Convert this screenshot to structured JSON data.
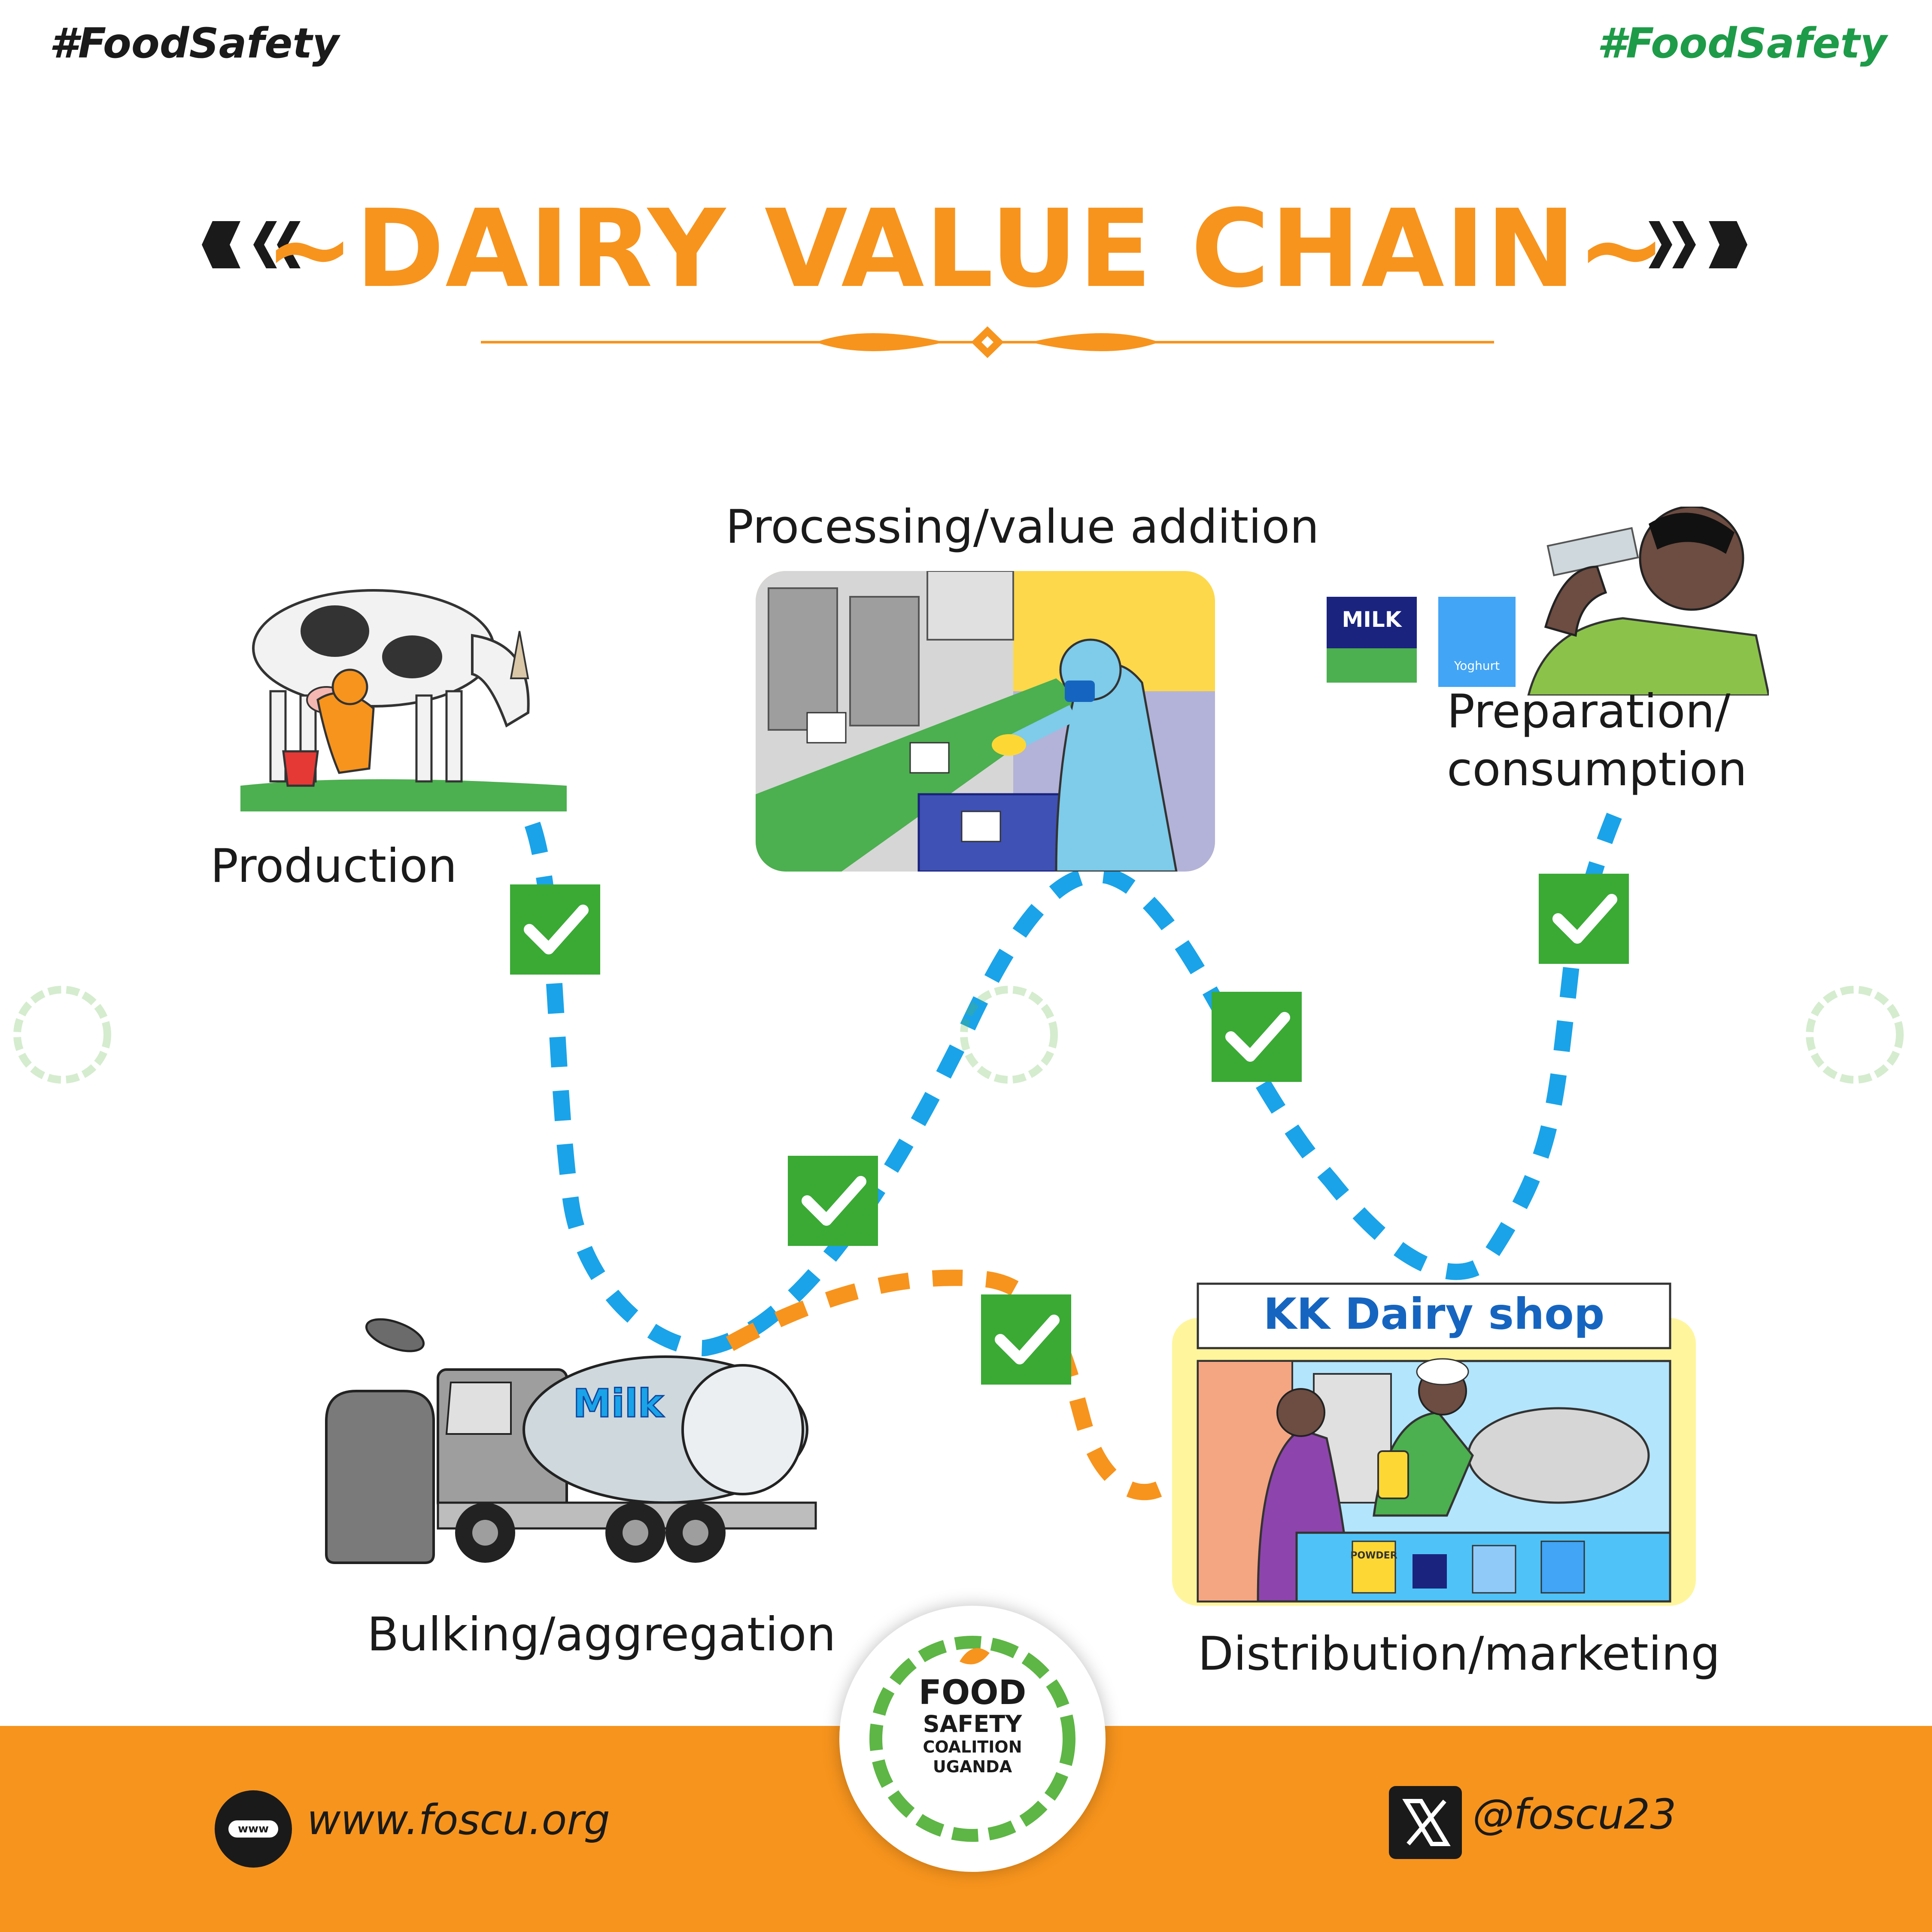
{
  "header": {
    "hashtag_left": "#FoodSafety",
    "hashtag_right": "#FoodSafety",
    "title": "~DAIRY VALUE CHAIN~"
  },
  "stages": {
    "production": "Production",
    "processing": "Processing/value addition",
    "preparation_line1": "Preparation/",
    "preparation_line2": "consumption",
    "bulking": "Bulking/aggregation",
    "distribution": "Distribution/marketing"
  },
  "illustration_text": {
    "tanker_label": "Milk",
    "shop_sign": "KK Dairy shop",
    "milk_pack": "MILK",
    "yoghurt_pack": "Yoghurt",
    "powder_pack": "POWDER"
  },
  "logo": {
    "line1": "FOOD",
    "line2": "SAFETY",
    "line3": "COALITION",
    "line4": "UGANDA"
  },
  "footer": {
    "www_badge": "www",
    "website": "www.foscu.org",
    "x_handle": "@foscu23"
  },
  "colors": {
    "accent_orange": "#F7941D",
    "hashtag_green": "#1E9B48",
    "path_blue": "#1AA3E8",
    "check_green": "#3AAA35",
    "logo_green": "#5DB645"
  },
  "icons": [
    "left-chevrons-icon",
    "right-chevrons-icon",
    "check-icon",
    "www-icon",
    "x-logo-icon"
  ]
}
